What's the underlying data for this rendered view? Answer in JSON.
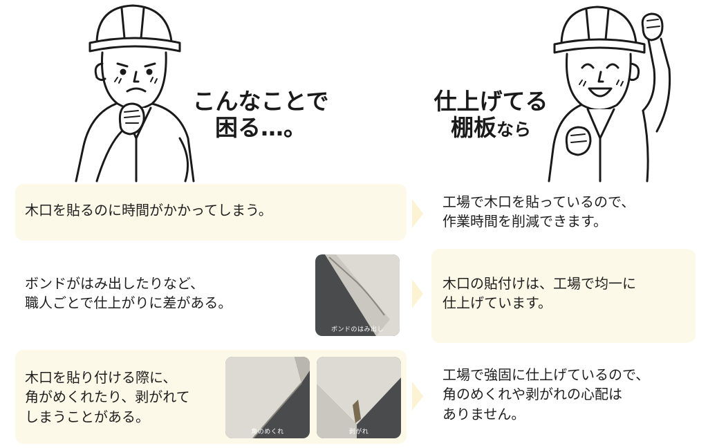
{
  "headlines": {
    "left": [
      "こんなことで",
      "困る…。"
    ],
    "right_line1": "仕上げてる",
    "right_line2_big": "棚板",
    "right_line2_small": "なら"
  },
  "rows": [
    {
      "problem": "木口を貼るのに時間がかかってしまう。",
      "solution": [
        "工場で木口を貼っているので、",
        "作業時間を削減できます。"
      ]
    },
    {
      "problem": [
        "ボンドがはみ出したりなど、",
        "職人ごとで仕上がりに差がある。"
      ],
      "solution": [
        "木口の貼付けは、工場で均一に",
        "仕上げています。"
      ],
      "photos": [
        {
          "caption": "ボンドのはみ出し"
        }
      ]
    },
    {
      "problem": [
        "木口を貼り付ける際に、",
        "角がめくれたり、剥がれて",
        "しまうことがある。"
      ],
      "solution": [
        "工場で強固に仕上げているので、",
        "角のめくれや剥がれの心配は",
        "ありません。"
      ],
      "photos": [
        {
          "caption": "角のめくれ"
        },
        {
          "caption": "剥がれ"
        }
      ]
    }
  ],
  "colors": {
    "box_fill": "#fdf9e8",
    "arrow": "#fbf3d2",
    "photo_bg": "#4a4b4d",
    "board": "#dcdad2"
  }
}
